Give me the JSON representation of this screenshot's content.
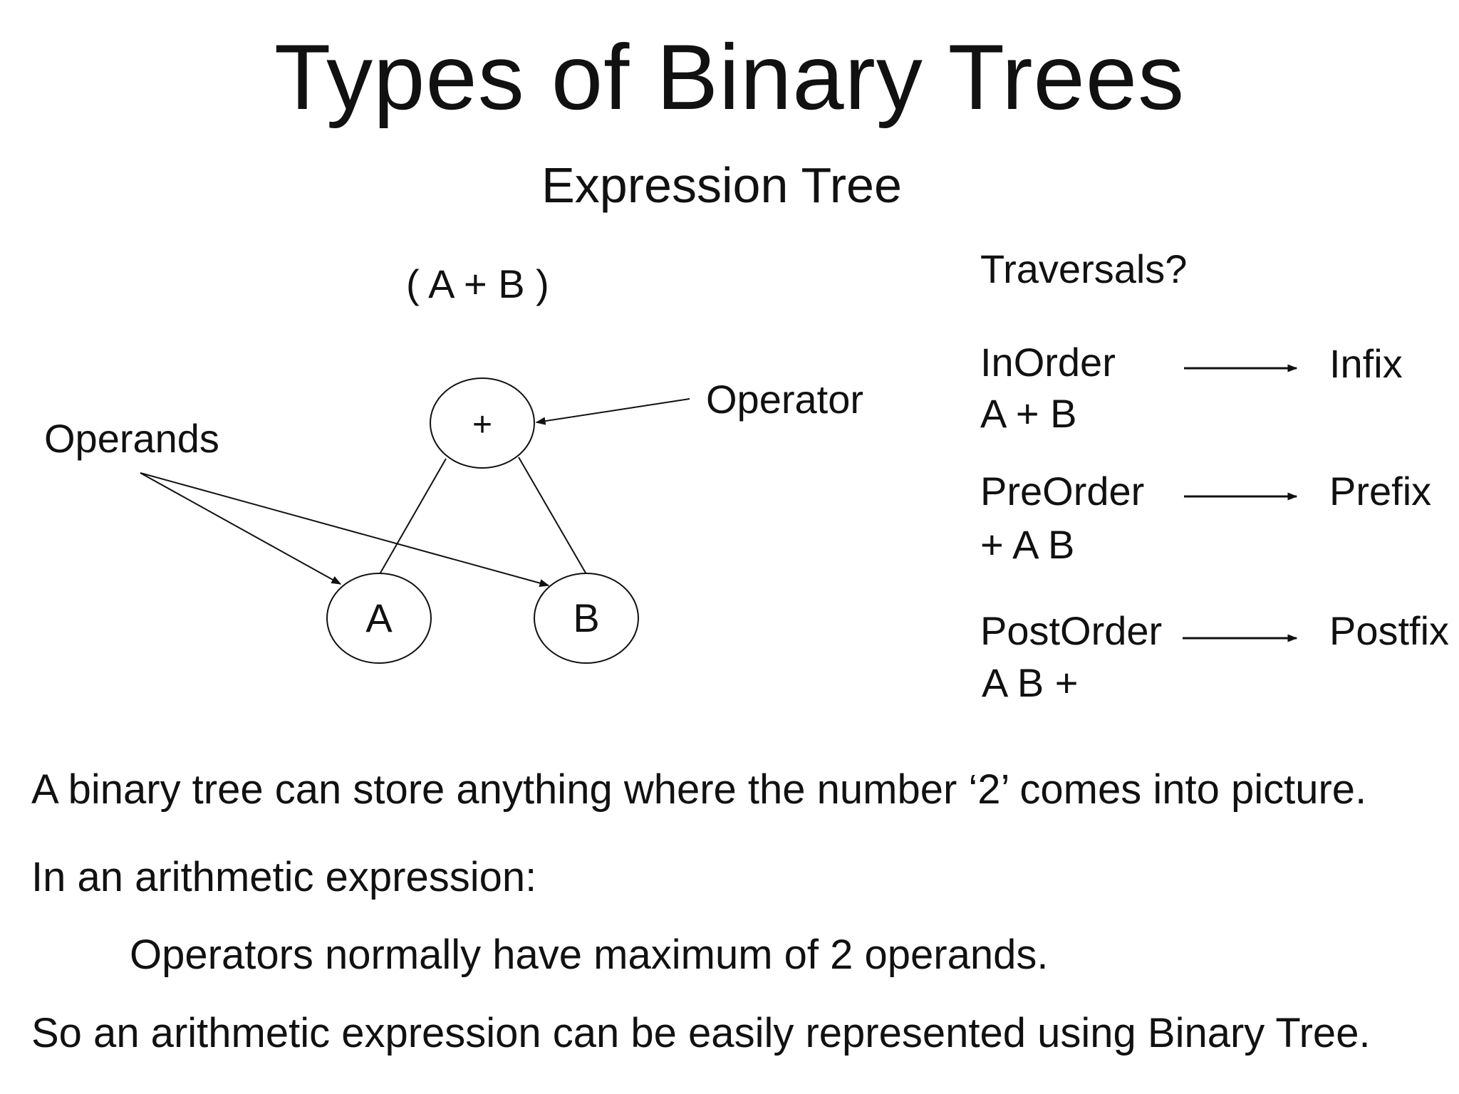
{
  "title": "Types of Binary Trees",
  "subtitle": "Expression Tree",
  "diagram": {
    "expression": "( A + B )",
    "operands_label": "Operands",
    "operator_label": "Operator",
    "nodes": {
      "root": "+",
      "left": "A",
      "right": "B"
    }
  },
  "traversals": {
    "heading": "Traversals?",
    "items": [
      {
        "name": "InOrder",
        "expression": "A + B",
        "notation": "Infix"
      },
      {
        "name": "PreOrder",
        "expression": "+ A B",
        "notation": "Prefix"
      },
      {
        "name": "PostOrder",
        "expression": "A B +",
        "notation": "Postfix"
      }
    ]
  },
  "body": {
    "line1": "A binary tree can store anything where the number ‘2’ comes into picture.",
    "line2": "In an arithmetic expression:",
    "line3": "Operators normally have maximum of 2 operands.",
    "line4": "So an arithmetic expression can be easily represented using Binary Tree."
  }
}
